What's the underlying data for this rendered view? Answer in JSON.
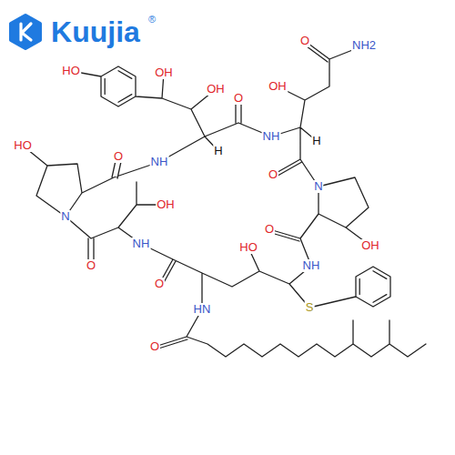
{
  "diagram": {
    "labels": [
      "Kuujia",
      "®",
      "O",
      "NH",
      "H",
      "OH",
      "O",
      "NH2",
      "O",
      "N",
      "OH",
      "O",
      "NH",
      "S",
      "HO",
      "HN",
      "O",
      "O",
      "NH",
      "OH",
      "O",
      "N",
      "HO",
      "O",
      "HO",
      "OH",
      "OH",
      "NH",
      "H"
    ]
  }
}
